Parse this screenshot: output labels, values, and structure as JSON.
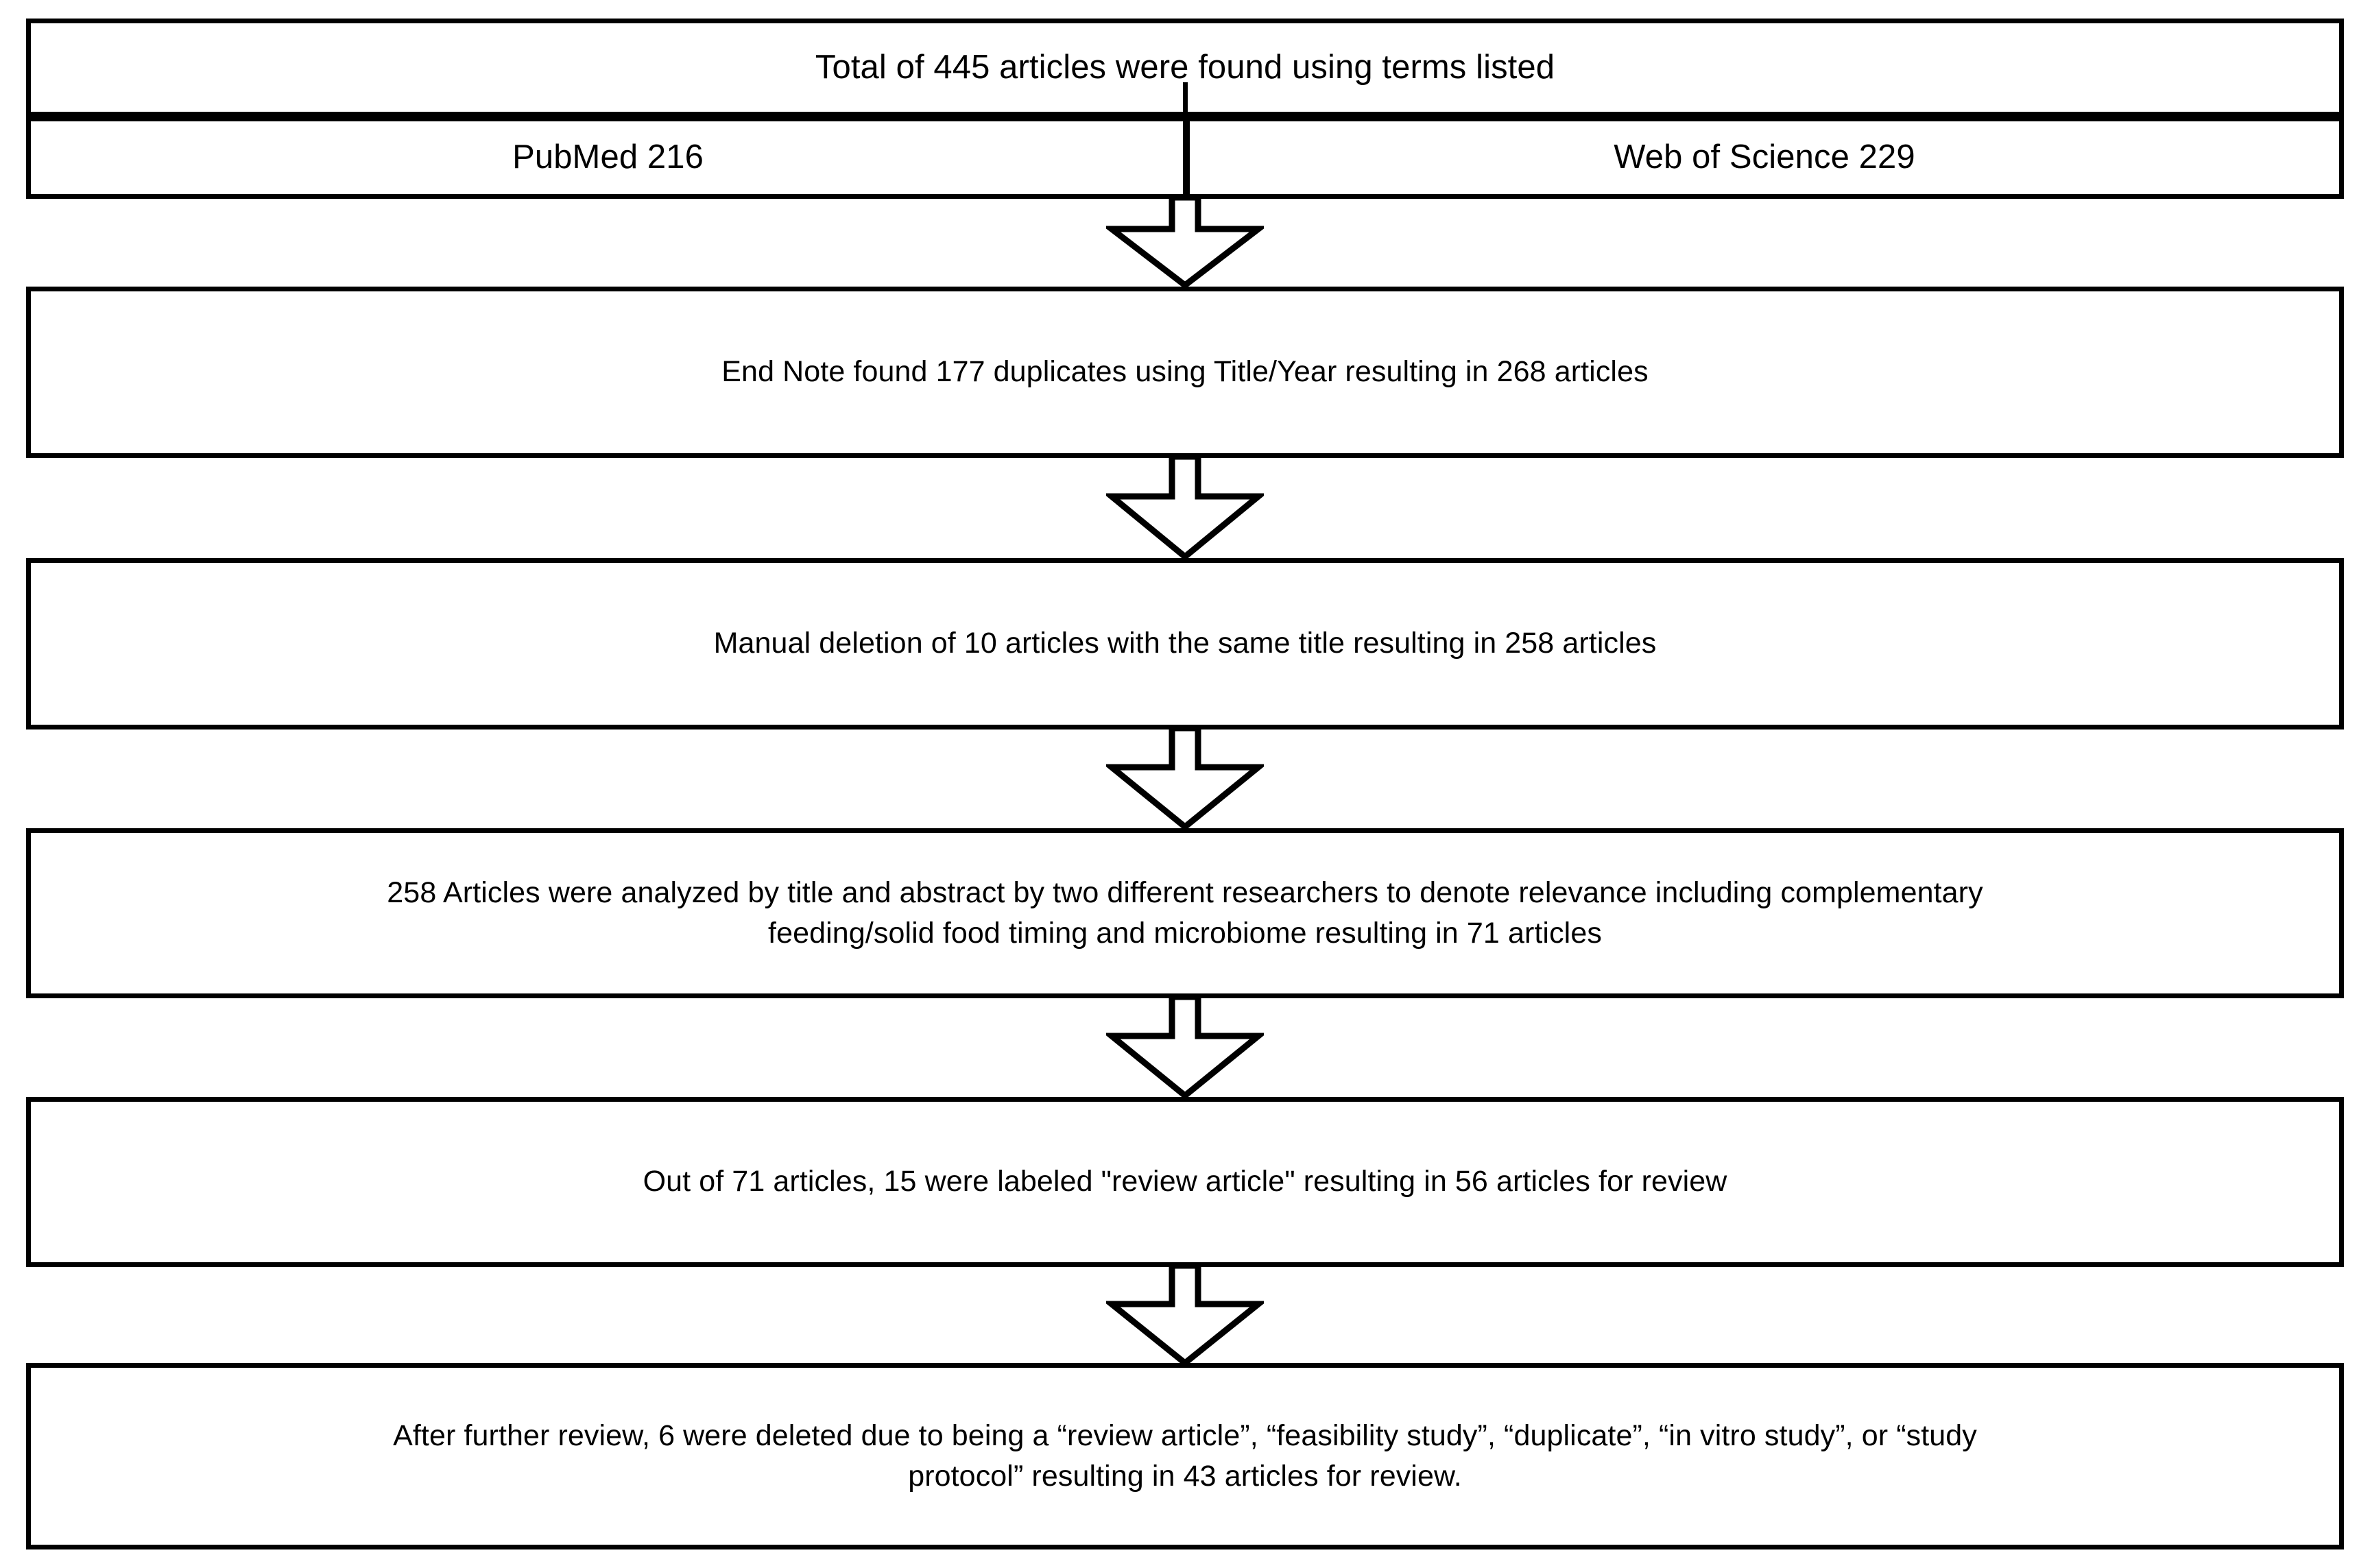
{
  "diagram": {
    "title": "PRISMA-style article selection flowchart",
    "colors": {
      "stroke": "#000000",
      "fill": "#FFFFFF",
      "text": "#000000"
    },
    "nodes": [
      {
        "id": "total-found",
        "text": "Total of 445 articles were found using terms listed"
      },
      {
        "id": "sources",
        "cells": [
          {
            "id": "pubmed",
            "text": "PubMed 216"
          },
          {
            "id": "web-of-science",
            "text": "Web of Science 229"
          }
        ]
      },
      {
        "id": "endnote-duplicates",
        "text": "End Note found 177 duplicates using Title/Year resulting in 268 articles"
      },
      {
        "id": "manual-deletion",
        "text": "Manual deletion of 10 articles with the same title resulting in 258 articles"
      },
      {
        "id": "title-abstract-screen",
        "text": "258 Articles were analyzed by title and abstract by two different researchers to denote relevance including complementary\nfeeding/solid food timing and microbiome resulting in 71 articles"
      },
      {
        "id": "review-article-exclusion",
        "text": "Out of 71 articles, 15 were labeled \"review article\" resulting in 56 articles for review"
      },
      {
        "id": "final-inclusion",
        "text": "After further review, 6 were deleted due to being a “review article”, “feasibility study”, “duplicate”, “in vitro study”, or “study\nprotocol” resulting in 43 articles for review."
      }
    ],
    "arrows": [
      {
        "id": "arrow-1",
        "from": "sources",
        "to": "endnote-duplicates",
        "direction": "down"
      },
      {
        "id": "arrow-2",
        "from": "endnote-duplicates",
        "to": "manual-deletion",
        "direction": "down"
      },
      {
        "id": "arrow-3",
        "from": "manual-deletion",
        "to": "title-abstract-screen",
        "direction": "down"
      },
      {
        "id": "arrow-4",
        "from": "title-abstract-screen",
        "to": "review-article-exclusion",
        "direction": "down"
      },
      {
        "id": "arrow-5",
        "from": "review-article-exclusion",
        "to": "final-inclusion",
        "direction": "down"
      }
    ],
    "counts": {
      "total_found": 445,
      "pubmed": 216,
      "web_of_science": 229,
      "endnote_duplicates_removed": 177,
      "after_endnote": 268,
      "manual_duplicates_removed": 10,
      "after_manual": 258,
      "after_title_abstract": 71,
      "review_articles_removed": 15,
      "after_review_removal": 56,
      "further_removed": 6,
      "final_included": 43
    }
  }
}
